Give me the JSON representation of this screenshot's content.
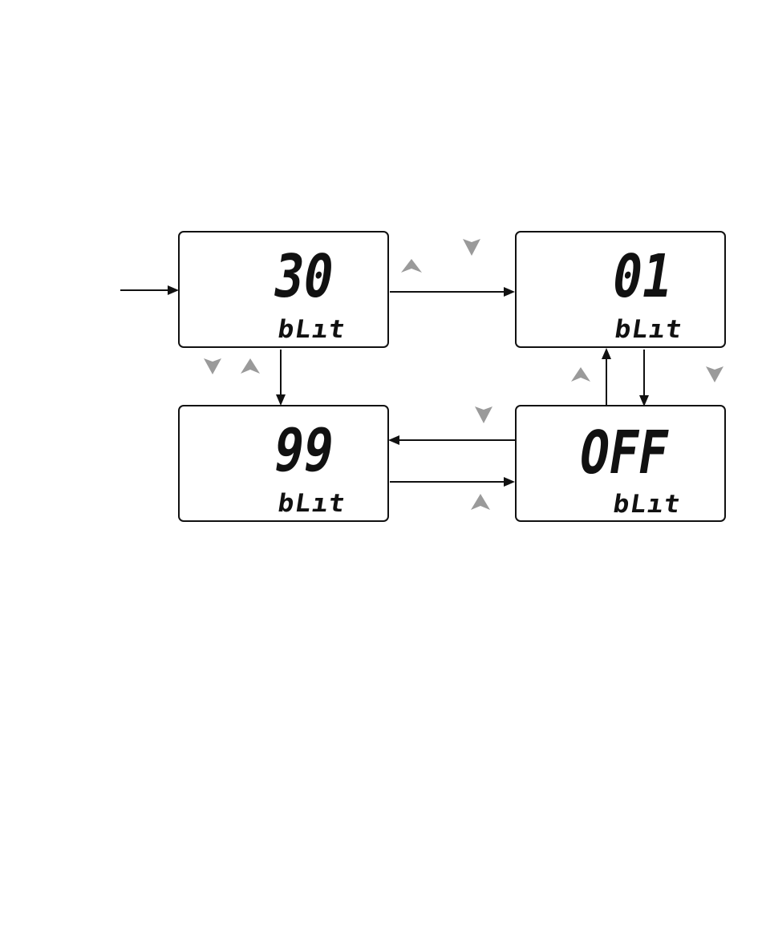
{
  "panels": {
    "panel_30": {
      "value": "30",
      "label": "bLıt"
    },
    "panel_01": {
      "value": "01",
      "label": "bLıt"
    },
    "panel_99": {
      "value": "99",
      "label": "bLıt"
    },
    "panel_off": {
      "value": "OFF",
      "label": "bLıt"
    }
  },
  "icons": {
    "up": "up-chevron-icon",
    "down": "down-chevron-icon"
  },
  "colors": {
    "line": "#111111",
    "button_icon": "#9a9a9a",
    "panel_bg": "#ffffff"
  }
}
